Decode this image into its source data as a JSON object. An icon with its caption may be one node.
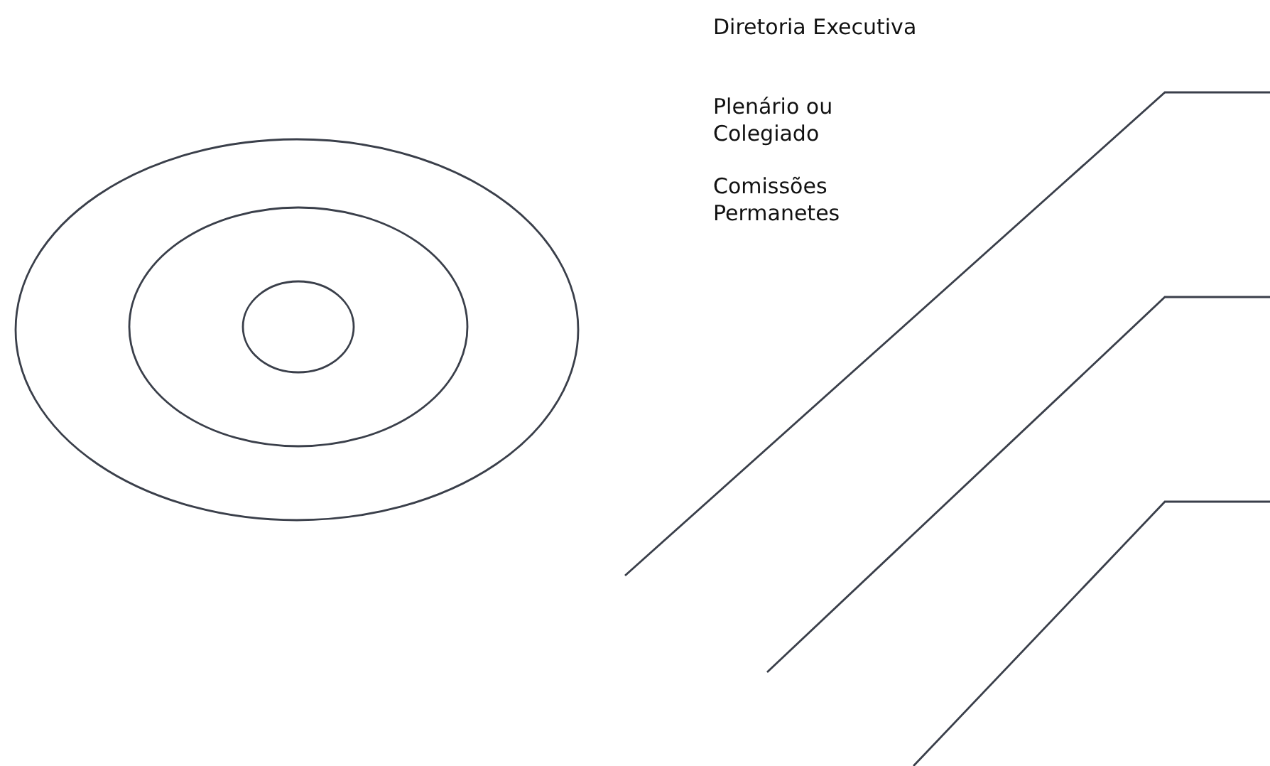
{
  "diagram": {
    "nodes": [
      {
        "text": [],
        "shape": "circle"
      },
      {
        "text": [],
        "shape": "circle",
        "in": 0
      },
      {
        "text": [],
        "shape": "circle",
        "in": 1
      }
    ],
    "labels": [
      "Diretoria Executiva",
      "Plenário ou Colegiado",
      "Comissões Permanetes"
    ]
  }
}
